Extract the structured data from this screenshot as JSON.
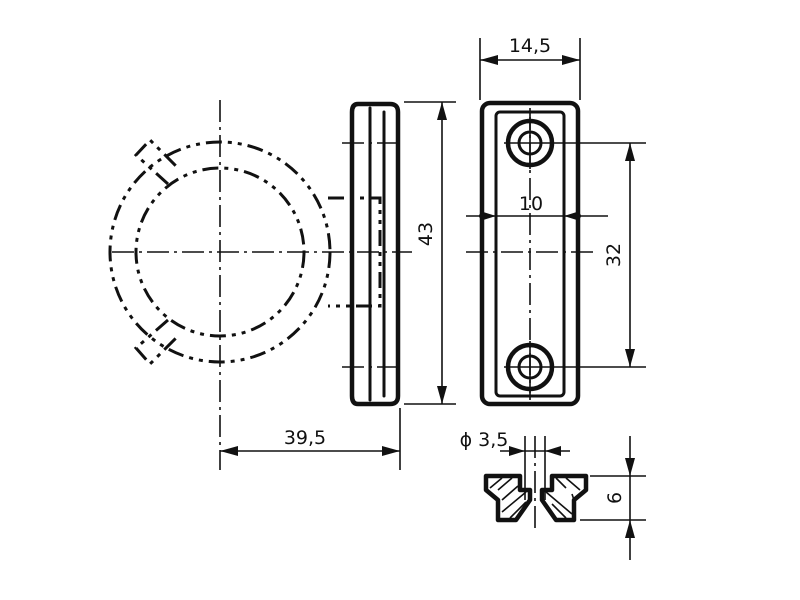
{
  "drawing": {
    "dimensions": {
      "width_top": "14,5",
      "height_overall": "43",
      "hole_spacing": "32",
      "inner_width": "10",
      "clip_reach": "39,5",
      "bore": "ϕ 3,5",
      "thickness": "6"
    }
  }
}
